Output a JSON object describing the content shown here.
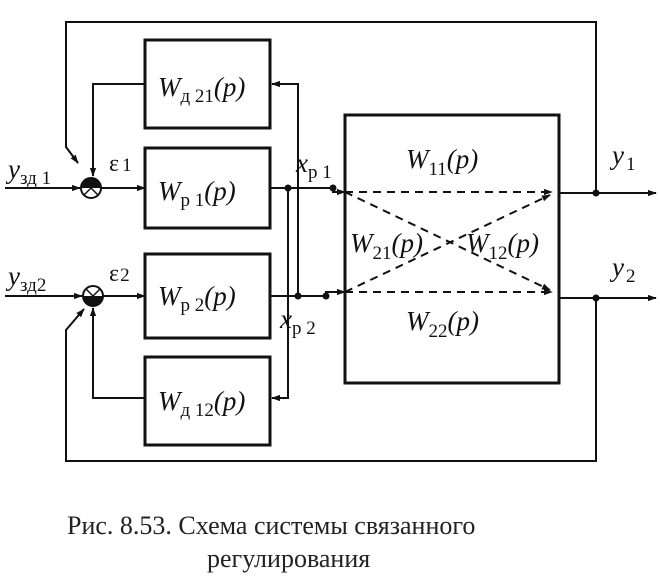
{
  "blocks": {
    "wd21": {
      "sym": "W",
      "sub": "д 21",
      "arg": "(p)"
    },
    "wp1": {
      "sym": "W",
      "sub": "р 1",
      "arg": "(p)"
    },
    "wp2": {
      "sym": "W",
      "sub": "р 2",
      "arg": "(p)"
    },
    "wd12": {
      "sym": "W",
      "sub": "д 12",
      "arg": "(p)"
    }
  },
  "plant": {
    "w11": {
      "sym": "W",
      "sub": "11",
      "arg": "(p)"
    },
    "w21": {
      "sym": "W",
      "sub": "21",
      "arg": "(p)"
    },
    "w12": {
      "sym": "W",
      "sub": "12",
      "arg": "(p)"
    },
    "w22": {
      "sym": "W",
      "sub": "22",
      "arg": "(p)"
    }
  },
  "signals": {
    "yzd1": {
      "sym": "y",
      "sub": "зд 1"
    },
    "yzd2": {
      "sym": "y",
      "sub": "зд2"
    },
    "eps1": {
      "sym": "ε",
      "sub": "1"
    },
    "eps2": {
      "sym": "ε",
      "sub": "2"
    },
    "xp1": {
      "sym": "x",
      "sub": "р 1"
    },
    "xp2": {
      "sym": "x",
      "sub": "р 2"
    },
    "y1": {
      "sym": "y",
      "sub": "1"
    },
    "y2": {
      "sym": "y",
      "sub": "2"
    }
  },
  "caption": {
    "line1": "Рис. 8.53. Схема системы связанного",
    "line2": "регулирования"
  }
}
